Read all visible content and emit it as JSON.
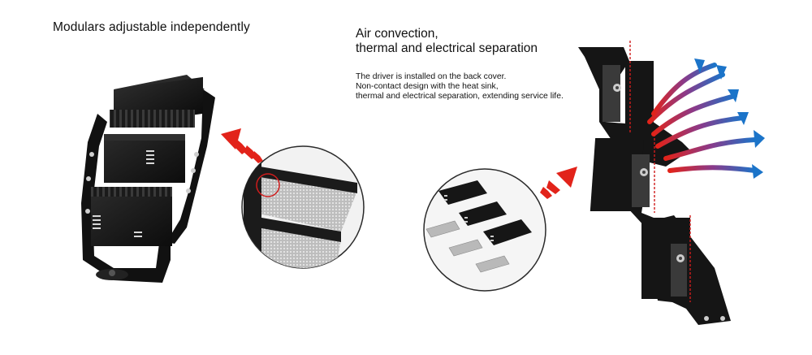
{
  "left_panel": {
    "heading": "Modulars adjustable independently"
  },
  "right_panel": {
    "heading_line1": "Air convection,",
    "heading_line2": "thermal and electrical separation",
    "description": [
      "The driver is installed on the back cover.",
      "Non-contact design with the heat sink,",
      "thermal and electrical separation, extending service life."
    ]
  },
  "colors": {
    "fixture_black": "#151515",
    "arrow_red": "#e2231a",
    "arrow_blue": "#1b74c9",
    "guide_red": "#d01c1c"
  }
}
